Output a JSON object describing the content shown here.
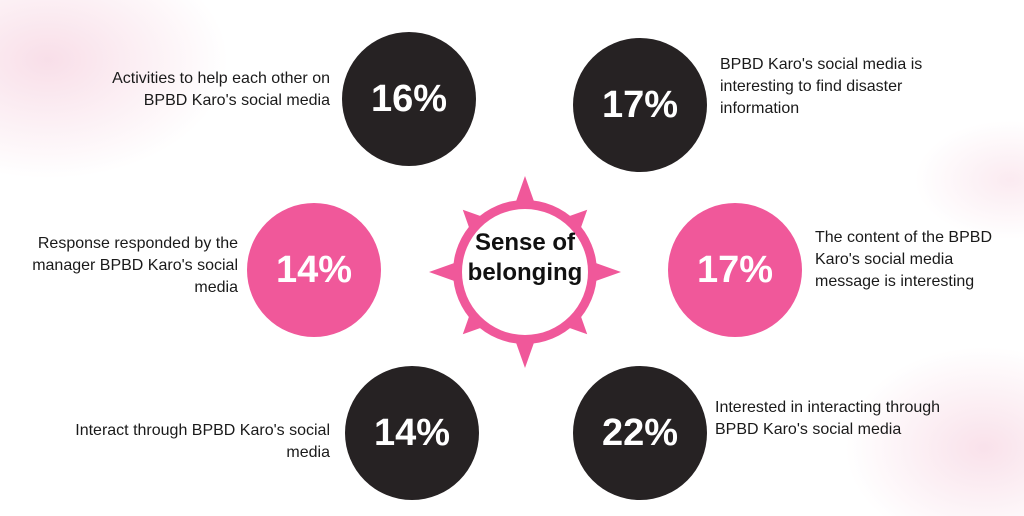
{
  "colors": {
    "dark": "#262223",
    "pink": "#f0589a",
    "text": "#1a1a1a"
  },
  "center": {
    "title": "Sense of belonging"
  },
  "items": [
    {
      "percent": "16%",
      "label": "Activities to help each other on BPBD Karo's social media",
      "style": "dark"
    },
    {
      "percent": "17%",
      "label": "BPBD Karo's social media is interesting to find disaster information",
      "style": "dark"
    },
    {
      "percent": "14%",
      "label": "Response responded by the manager BPBD Karo's social media",
      "style": "pink"
    },
    {
      "percent": "17%",
      "label": "The content of the BPBD Karo's social media message is interesting",
      "style": "pink"
    },
    {
      "percent": "14%",
      "label": "Interact through BPBD Karo's social media",
      "style": "dark"
    },
    {
      "percent": "22%",
      "label": "Interested in interacting through BPBD Karo's social media",
      "style": "dark"
    }
  ]
}
